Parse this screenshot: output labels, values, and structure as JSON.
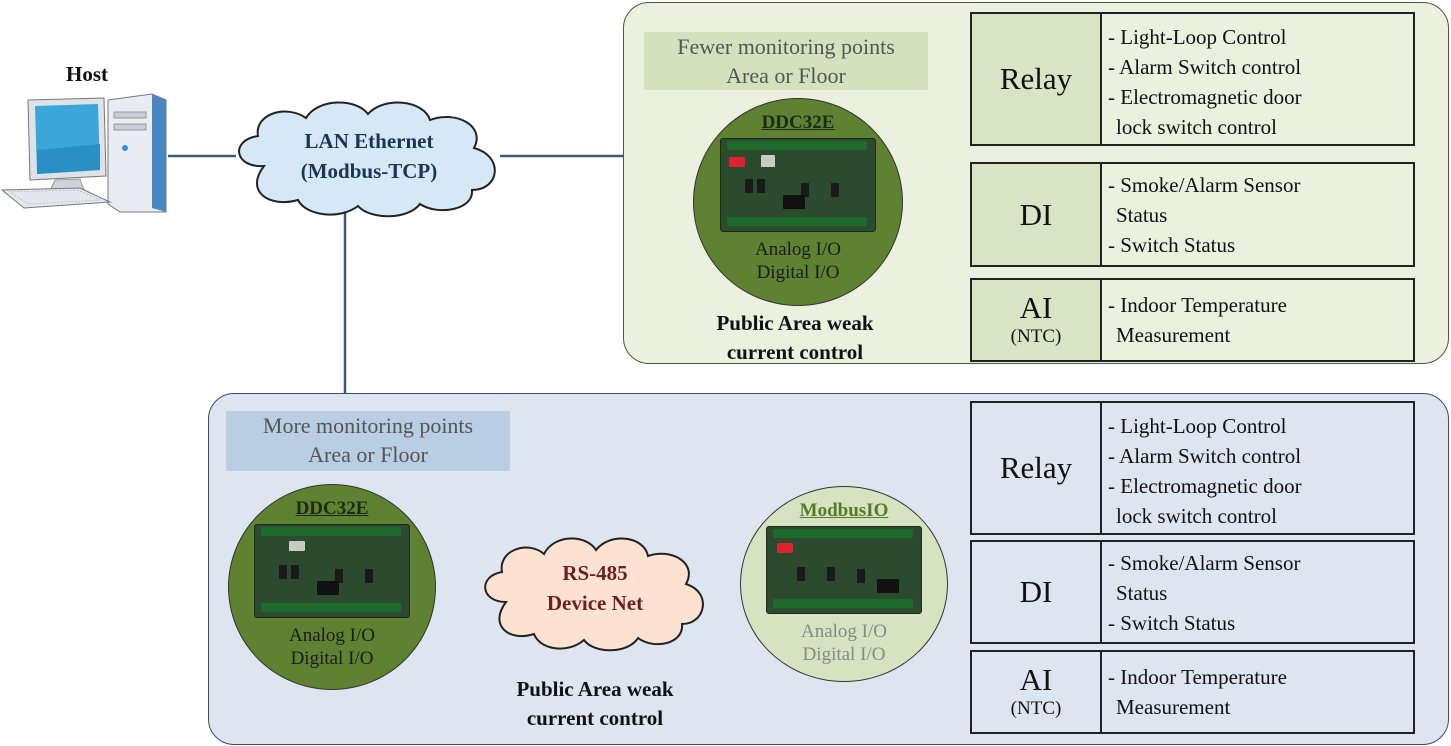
{
  "host": {
    "label": "Host"
  },
  "lan": {
    "line1": "LAN Ethernet",
    "line2": "(Modbus-TCP)"
  },
  "top_panel": {
    "tag_line1": "Fewer monitoring points",
    "tag_line2": "Area or Floor",
    "device_name": "DDC32E",
    "io_line1": "Analog I/O",
    "io_line2": "Digital I/O",
    "caption_line1": "Public Area weak",
    "caption_line2": "current control",
    "relay": {
      "label": "Relay",
      "items": [
        "- Light-Loop Control",
        "- Alarm Switch control",
        "- Electromagnetic door",
        "  lock switch control"
      ]
    },
    "di": {
      "label": "DI",
      "items": [
        "- Smoke/Alarm Sensor",
        "  Status",
        "- Switch Status"
      ]
    },
    "ai": {
      "label": "AI",
      "sub": "(NTC)",
      "items": [
        "- Indoor Temperature",
        "  Measurement"
      ]
    }
  },
  "bottom_panel": {
    "tag_line1": "More monitoring points",
    "tag_line2": "Area or Floor",
    "device1_name": "DDC32E",
    "device1_io_line1": "Analog I/O",
    "device1_io_line2": "Digital I/O",
    "rs485_line1": "RS-485",
    "rs485_line2": "Device Net",
    "device2_name": "ModbusIO",
    "device2_io_line1": "Analog I/O",
    "device2_io_line2": "Digital I/O",
    "caption_line1": "Public Area weak",
    "caption_line2": "current control",
    "relay": {
      "label": "Relay",
      "items": [
        "- Light-Loop Control",
        "- Alarm Switch control",
        "- Electromagnetic door",
        "  lock switch control"
      ]
    },
    "di": {
      "label": "DI",
      "items": [
        "- Smoke/Alarm Sensor",
        "  Status",
        "- Switch Status"
      ]
    },
    "ai": {
      "label": "AI",
      "sub": "(NTC)",
      "items": [
        "- Indoor Temperature",
        "  Measurement"
      ]
    }
  },
  "colors": {
    "lan_line": "#3b5a7a",
    "rs485_line": "#8a2e2e",
    "lan_cloud": "#d6e8f5",
    "rs485_cloud": "#fde2d2",
    "rs485_text": "#6b1f1f"
  }
}
